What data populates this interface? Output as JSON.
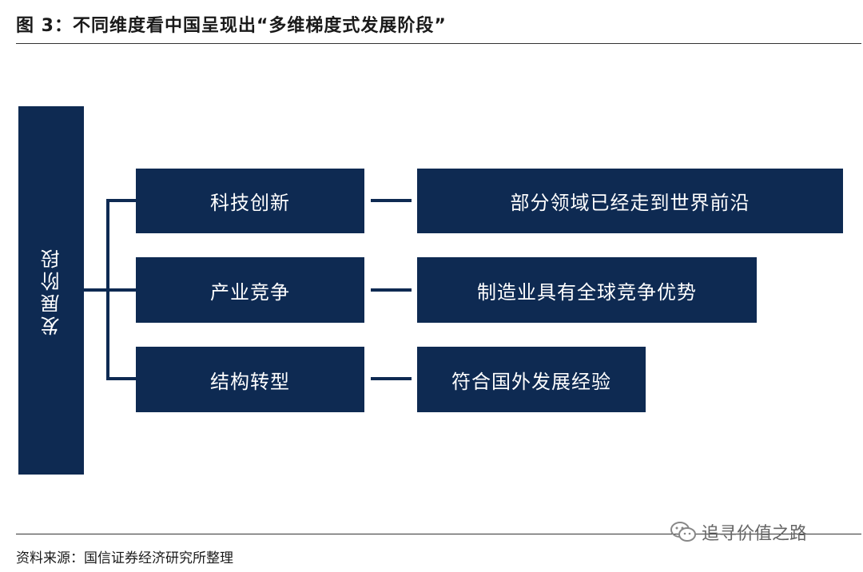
{
  "title": "图  3：不同维度看中国呈现出“多维梯度式发展阶段”",
  "root": {
    "label": "发展阶段"
  },
  "branches": [
    {
      "dimension": "科技创新",
      "result": "部分领域已经走到世界前沿"
    },
    {
      "dimension": "产业竞争",
      "result": "制造业具有全球竞争优势"
    },
    {
      "dimension": "结构转型",
      "result": "符合国外发展经验"
    }
  ],
  "source": "资料来源：国信证券经济研究所整理",
  "watermark": {
    "text": "追寻价值之路",
    "icon": "wechat-icon"
  },
  "colors": {
    "box": "#0e2a52",
    "box_text": "#ffffff"
  }
}
